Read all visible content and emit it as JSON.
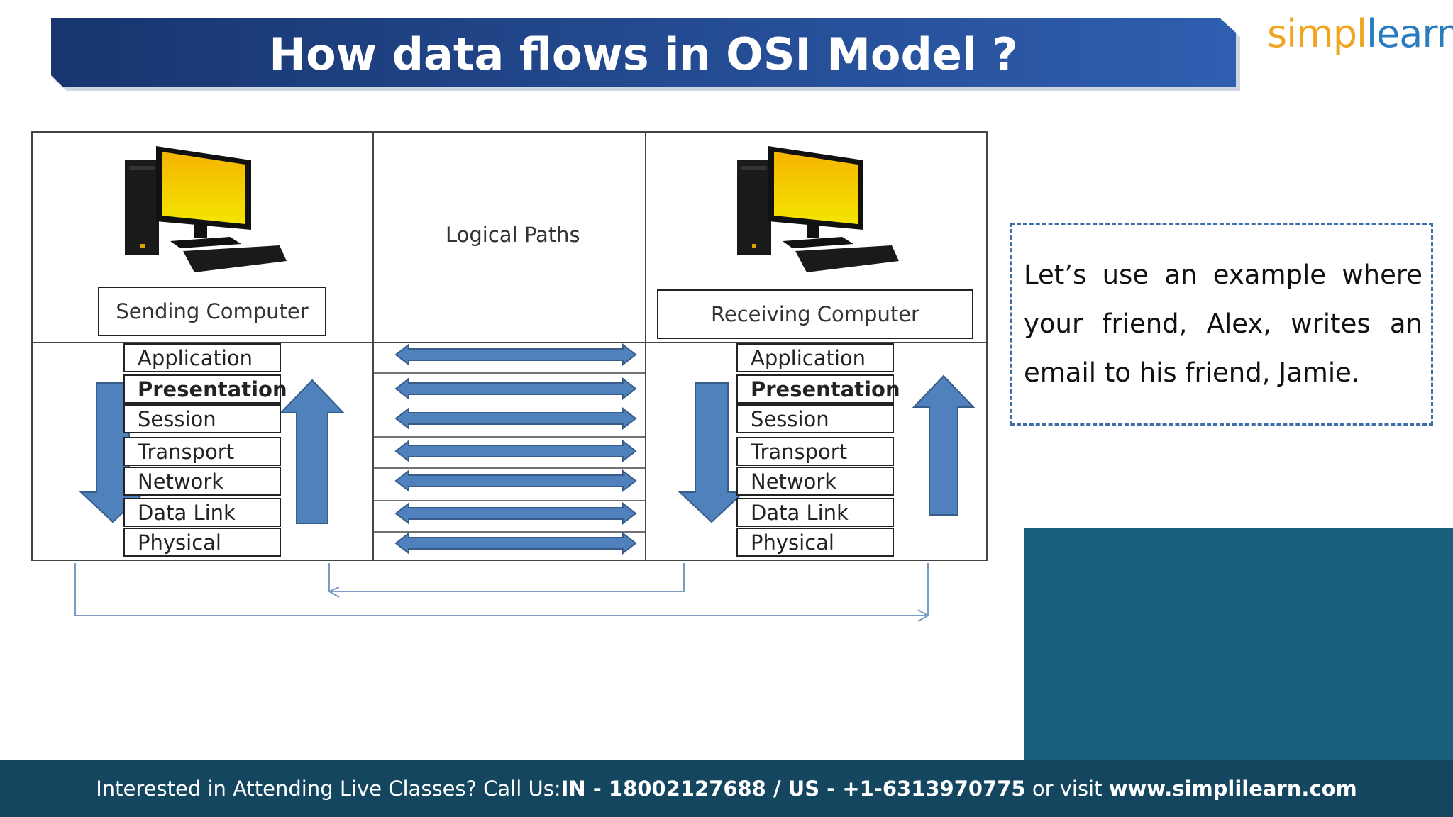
{
  "header": {
    "title": "How data flows in OSI Model ?",
    "logo_part1": "simpl",
    "logo_part2": "learn"
  },
  "diagram": {
    "sending_label": "Sending Computer",
    "receiving_label": "Receiving Computer",
    "logical_paths_label": "Logical Paths",
    "sending_layers": [
      "Application",
      "Presentation",
      "Session",
      "Transport",
      "Network",
      "Data Link",
      "Physical"
    ],
    "receiving_layers": [
      "Application",
      "Presentation",
      "Session",
      "Transport",
      "Network",
      "Data Link",
      "Physical"
    ]
  },
  "example": {
    "text": "Let’s use an example where your friend, Alex, writes an email to his friend, Jamie."
  },
  "footer": {
    "prefix": "Interested in Attending Live Classes? Call Us: ",
    "phone_in": "IN - 18002127688",
    "sep": " / ",
    "phone_us": "US - +1-6313970775",
    "mid": " or visit ",
    "website": "www.simplilearn.com"
  },
  "colors": {
    "banner_dark": "#17356e",
    "banner_light": "#2f5eb0",
    "arrow_blue": "#4f81bd",
    "logo_orange": "#f0a420",
    "logo_blue": "#2b7bbf",
    "footer": "#15465f",
    "video_panel": "#19607f"
  },
  "icons": [
    "desktop-computer-icon",
    "desktop-computer-icon"
  ]
}
